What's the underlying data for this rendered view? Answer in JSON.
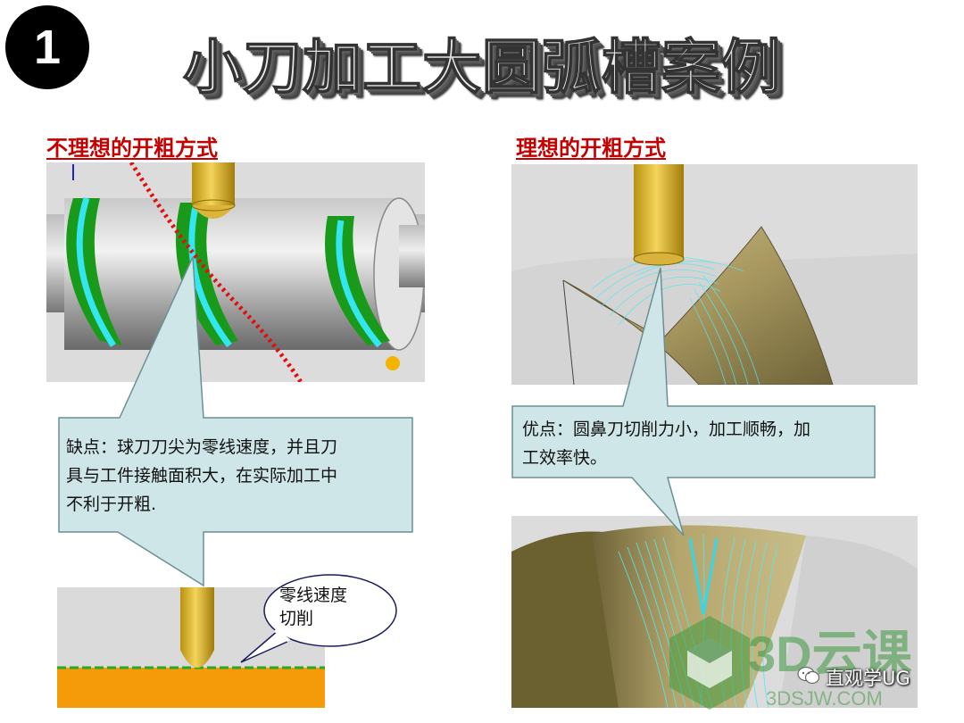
{
  "slide": {
    "number": "1",
    "title": "小刀加工大圆弧槽案例"
  },
  "left": {
    "heading": "不理想的开粗方式",
    "callout_lines": [
      "缺点：球刀刀尖为零线速度，并且刀",
      "具与工件接触面积大，在实际加工中",
      "不利于开粗."
    ],
    "bubble_lines": [
      "零线速度",
      "切削"
    ]
  },
  "right": {
    "heading": "理想的开粗方式",
    "callout_lines": [
      "优点：圆鼻刀切削力小，加工顺畅，加",
      "工效率快。"
    ]
  },
  "watermark": {
    "brand": "3D云课",
    "site": "3DSJW.COM",
    "account": "直观学UG"
  },
  "icons": [
    "wechat-icon",
    "cube-logo-icon"
  ],
  "colors": {
    "heading_red": "#c40000",
    "callout_fill": "#cfe6e8",
    "groove_green": "#1a9a1a",
    "tool_yellow": "#e8c33a",
    "toolpath_cyan": "#33e6f0",
    "stock_orange": "#f59b0a"
  }
}
